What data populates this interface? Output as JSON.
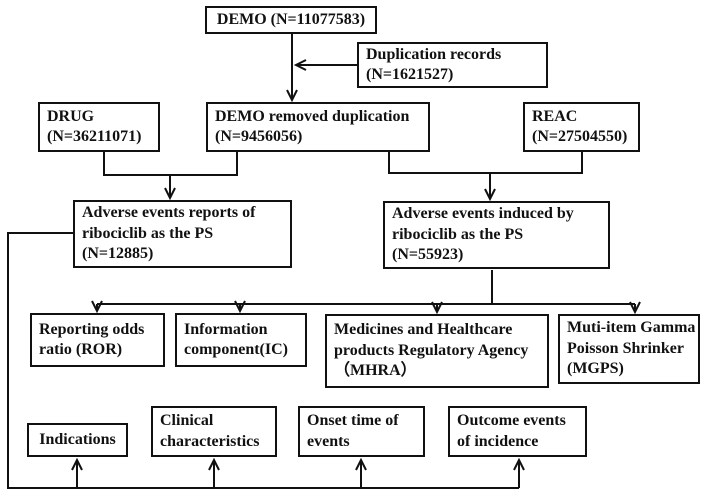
{
  "diagram": {
    "type": "flowchart",
    "colors": {
      "line": "#111111",
      "background": "#ffffff",
      "text": "#111111"
    },
    "nodes": {
      "demo": {
        "line1": "DEMO (N=11077583)"
      },
      "duplication": {
        "line1": "Duplication records",
        "line2": "(N=1621527)"
      },
      "drug": {
        "line1": "DRUG",
        "line2": "(N=36211071)"
      },
      "demo_removed": {
        "line1": "DEMO removed duplication",
        "line2": "(N=9456056)"
      },
      "reac": {
        "line1": "REAC",
        "line2": "(N=27504550)"
      },
      "ae_reports": {
        "line1": "Adverse events reports of",
        "line2": "ribociclib as the PS",
        "line3": "(N=12885)"
      },
      "ae_induced": {
        "line1": "Adverse events induced by",
        "line2": "ribociclib as the PS",
        "line3": "(N=55923)"
      },
      "ror": {
        "line1": "Reporting odds",
        "line2": "ratio (ROR)"
      },
      "ic": {
        "line1": "Information",
        "line2": "component(IC)"
      },
      "mhra": {
        "line1": "Medicines and Healthcare",
        "line2": "products Regulatory Agency",
        "line3": "（MHRA）"
      },
      "mgps": {
        "line1": "Muti-item Gamma",
        "line2": "Poisson Shrinker",
        "line3": "(MGPS)"
      },
      "indications": {
        "line1": "Indications"
      },
      "clinical": {
        "line1": "Clinical",
        "line2": "characteristics"
      },
      "onset": {
        "line1": "Onset time of",
        "line2": "events"
      },
      "outcome": {
        "line1": "Outcome events",
        "line2": "of incidence"
      }
    }
  }
}
